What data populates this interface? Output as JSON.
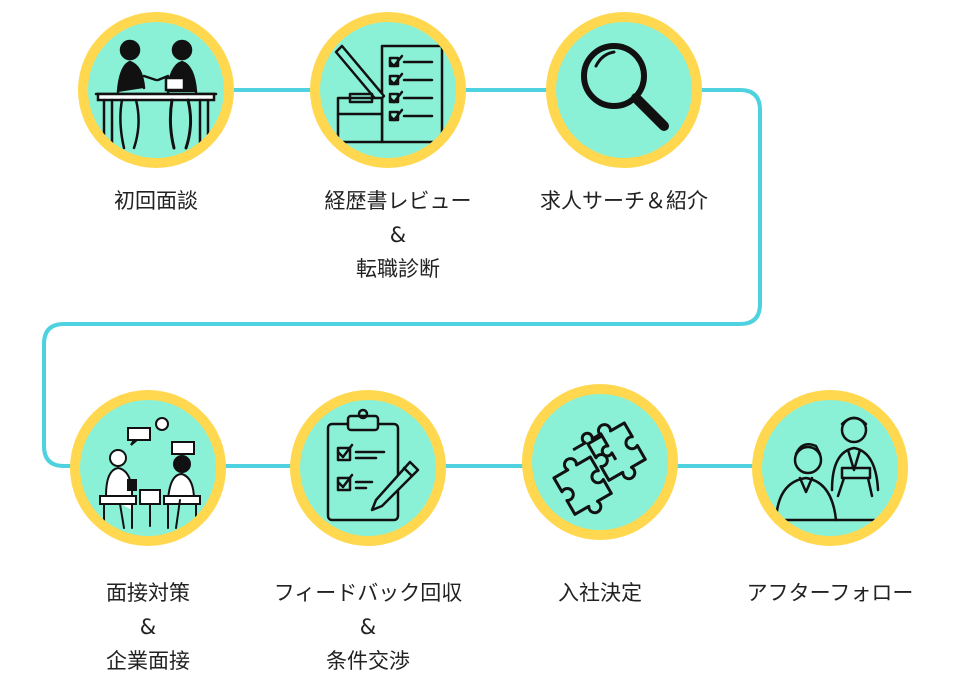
{
  "steps": [
    {
      "id": "initial-interview",
      "icon": "meeting-people-icon",
      "lines": [
        "初回面談"
      ]
    },
    {
      "id": "resume-review",
      "icon": "checklist-pencil-icon",
      "lines": [
        "経歴書レビュー",
        "&",
        "転職診断"
      ]
    },
    {
      "id": "job-search",
      "icon": "magnifier-icon",
      "lines": [
        "求人サーチ＆紹介"
      ]
    },
    {
      "id": "interview-prep",
      "icon": "consultation-icon",
      "lines": [
        "面接対策",
        "&",
        "企業面接"
      ]
    },
    {
      "id": "feedback",
      "icon": "clipboard-checklist-icon",
      "lines": [
        "フィードバック回収",
        "&",
        "条件交渉"
      ]
    },
    {
      "id": "decision",
      "icon": "puzzle-pieces-icon",
      "lines": [
        "入社決定"
      ]
    },
    {
      "id": "aftercare",
      "icon": "follow-up-meeting-icon",
      "lines": [
        "アフターフォロー"
      ]
    }
  ],
  "colors": {
    "ring": "#ffd84f",
    "disk": "#8af0d6",
    "connector": "#4fd2e0",
    "ink": "#111111"
  }
}
